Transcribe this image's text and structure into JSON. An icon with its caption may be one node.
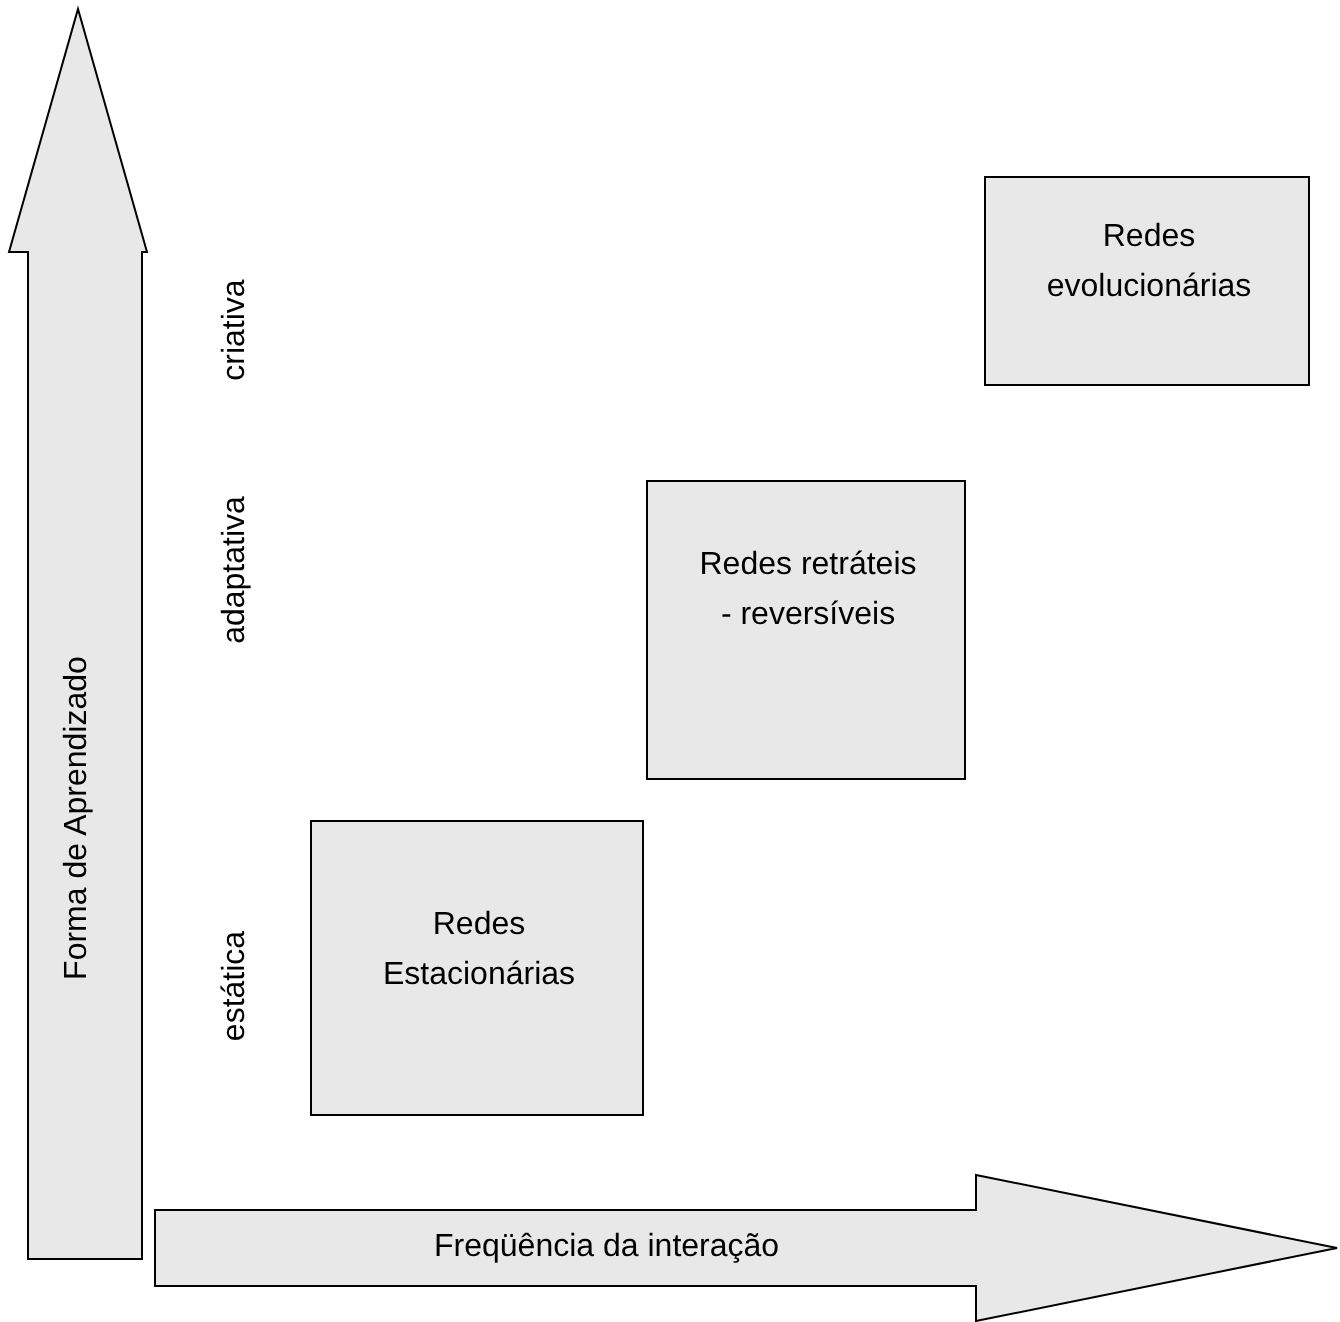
{
  "diagram": {
    "nodes": [
      {
        "text": [
          "Forma de Aprendizado"
        ]
      },
      {
        "text": [
          "Redes evolucionárias"
        ]
      },
      {
        "text": [
          "Redes retráteis - reversíveis"
        ]
      },
      {
        "text": [
          "Redes Estacionárias"
        ]
      },
      {
        "text": [
          "Freqüência da interação"
        ]
      }
    ],
    "labels": [
      "criativa",
      "adaptativa",
      "estática"
    ]
  }
}
